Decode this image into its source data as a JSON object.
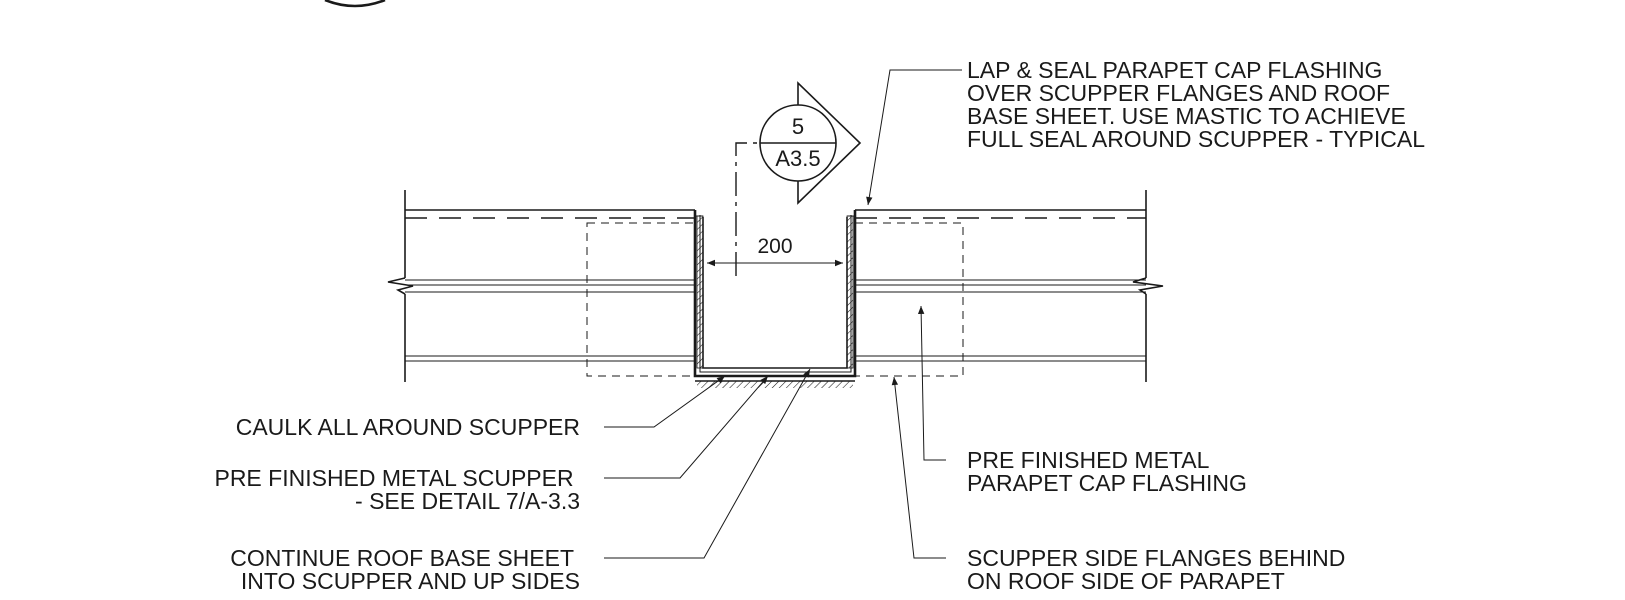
{
  "dimension": {
    "value": "200"
  },
  "section_tag": {
    "number": "5",
    "sheet": "A3.5"
  },
  "notes": {
    "lap_seal": [
      "LAP & SEAL PARAPET CAP FLASHING",
      "OVER SCUPPER FLANGES AND ROOF",
      "BASE SHEET.  USE MASTIC TO ACHIEVE",
      "FULL SEAL AROUND SCUPPER - TYPICAL"
    ],
    "caulk": [
      "CAULK ALL AROUND SCUPPER"
    ],
    "metal_scupper": [
      "PRE FINISHED METAL SCUPPER",
      "- SEE DETAIL 7/A-3.3"
    ],
    "roof_base_sheet": [
      "CONTINUE ROOF BASE SHEET",
      "INTO SCUPPER AND UP SIDES"
    ],
    "cap_flashing": [
      "PRE FINISHED METAL",
      "PARAPET CAP FLASHING"
    ],
    "side_flanges": [
      "SCUPPER SIDE FLANGES BEHIND",
      "ON ROOF SIDE OF PARAPET"
    ]
  }
}
